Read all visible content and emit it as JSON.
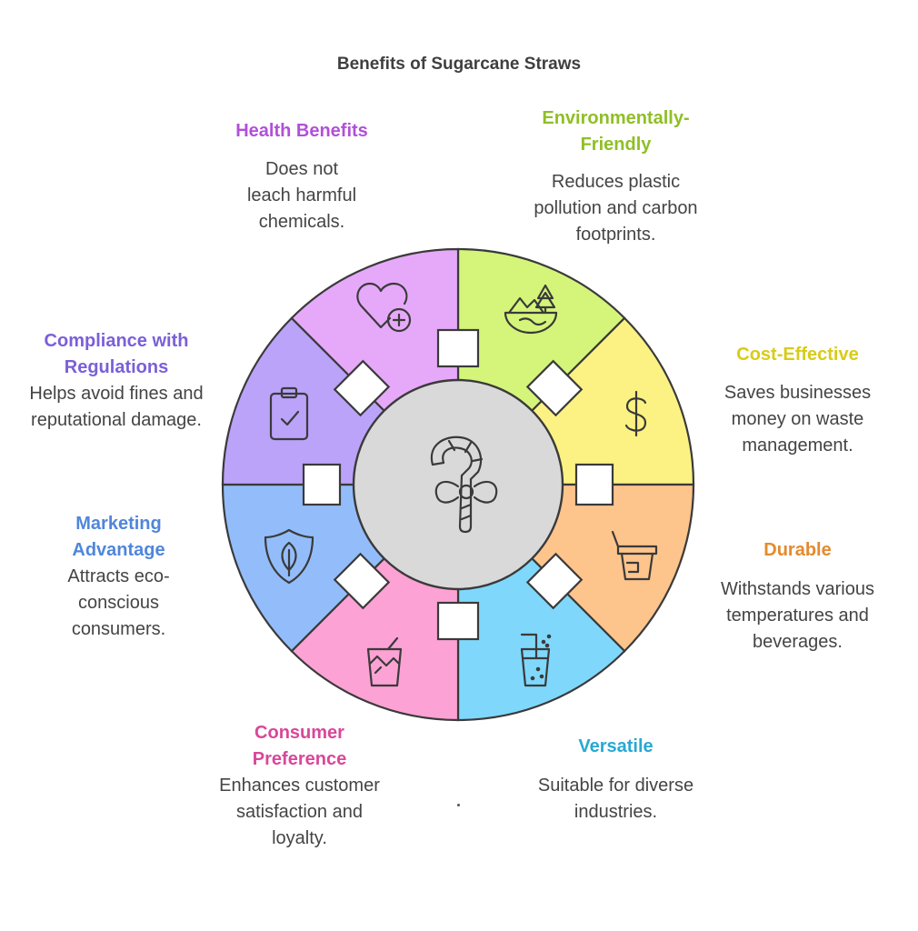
{
  "title": "Benefits of Sugarcane Straws",
  "center_icon": "candy-cane-icon",
  "segments": [
    {
      "key": "environmental",
      "title": "Environmentally-\nFriendly",
      "description": "Reduces plastic pollution and carbon footprints.",
      "color": "#d4f57a",
      "text_color": "#8fbf26",
      "icon": "nature-globe-icon"
    },
    {
      "key": "cost",
      "title": "Cost-Effective",
      "description": "Saves businesses money on waste management.",
      "color": "#fbf283",
      "text_color": "#d8cc16",
      "icon": "dollar-icon"
    },
    {
      "key": "durable",
      "title": "Durable",
      "description": "Withstands various temperatures and beverages.",
      "color": "#fdc48c",
      "text_color": "#e48a2e",
      "icon": "cup-icon"
    },
    {
      "key": "versatile",
      "title": "Versatile",
      "description": "Suitable for diverse industries.",
      "color": "#7fd8fb",
      "text_color": "#27a9d3",
      "icon": "glass-straw-icon"
    },
    {
      "key": "consumer",
      "title": "Consumer Preference",
      "description": "Enhances customer satisfaction and loyalty.",
      "color": "#fca2d4",
      "text_color": "#d9479a",
      "icon": "drink-icon"
    },
    {
      "key": "marketing",
      "title": "Marketing Advantage",
      "description": "Attracts eco-conscious consumers.",
      "color": "#93bdfa",
      "text_color": "#4f86db",
      "icon": "leaf-shield-icon"
    },
    {
      "key": "compliance",
      "title": "Compliance with Regulations",
      "description": "Helps avoid fines and reputational damage.",
      "color": "#bba3fa",
      "text_color": "#7b5fd8",
      "icon": "clipboard-check-icon"
    },
    {
      "key": "health",
      "title": "Health Benefits",
      "description": "Does not leach harmful chemicals.",
      "color": "#e6a9fa",
      "text_color": "#b150d9",
      "icon": "heart-plus-icon"
    }
  ]
}
